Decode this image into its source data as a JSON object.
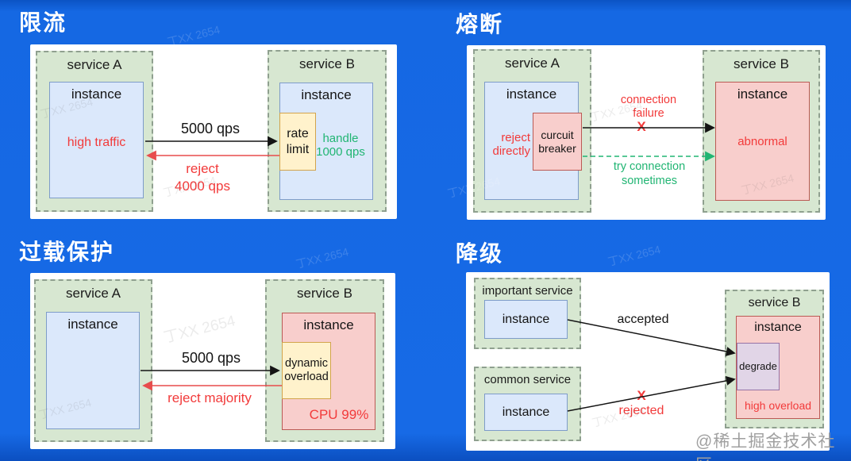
{
  "watermarks": {
    "brand": "@稀土掘金技术社区",
    "tiny": "丁XX 2654"
  },
  "colors": {
    "background_blue": "#1568e3",
    "service_fill": "#d7e7d1",
    "service_border": "#8fa08f",
    "instance_blue_fill": "#dbe8fb",
    "instance_blue_border": "#7e9cc9",
    "instance_red_fill": "#f8cecc",
    "instance_red_border": "#bb5a54",
    "gate_yellow_fill": "#fff2cc",
    "gate_yellow_border": "#d2a44c",
    "degrade_purple_fill": "#e1d5e7",
    "degrade_purple_border": "#9673a6",
    "text_red": "#f23a3a",
    "text_green": "#21b573",
    "arrow_black": "#141414",
    "arrow_red": "#e84c4c",
    "arrow_green": "#21b573"
  },
  "rate_limiting": {
    "title": "限流",
    "service_a": "service A",
    "instance_a": "instance",
    "status_a": "high traffic",
    "request": "5000 qps",
    "reject_line1": "reject",
    "reject_line2": "4000 qps",
    "service_b": "service B",
    "instance_b": "instance",
    "gate": "rate limit",
    "handle_line1": "handle",
    "handle_line2": "1000 qps"
  },
  "circuit_breaking": {
    "title": "熔断",
    "service_a": "service A",
    "instance_a": "instance",
    "reject_line1": "reject",
    "reject_line2": "directly",
    "breaker": "curcuit breaker",
    "failure_line1": "connection",
    "failure_line2": "failure",
    "x_mark": "X",
    "retry_line1": "try connection",
    "retry_line2": "sometimes",
    "service_b": "service B",
    "instance_b": "instance",
    "status_b": "abnormal"
  },
  "overload_protection": {
    "title": "过载保护",
    "service_a": "service A",
    "instance_a": "instance",
    "request": "5000 qps",
    "reject": "reject majority",
    "service_b": "service B",
    "instance_b": "instance",
    "gate": "dynamic overload",
    "cpu": "CPU 99%"
  },
  "degradation": {
    "title": "降级",
    "important_service": "important service",
    "important_instance": "instance",
    "common_service": "common service",
    "common_instance": "instance",
    "accepted": "accepted",
    "x_mark": "X",
    "rejected": "rejected",
    "service_b": "service B",
    "instance_b": "instance",
    "degrade": "degrade",
    "status_b": "high overload"
  }
}
